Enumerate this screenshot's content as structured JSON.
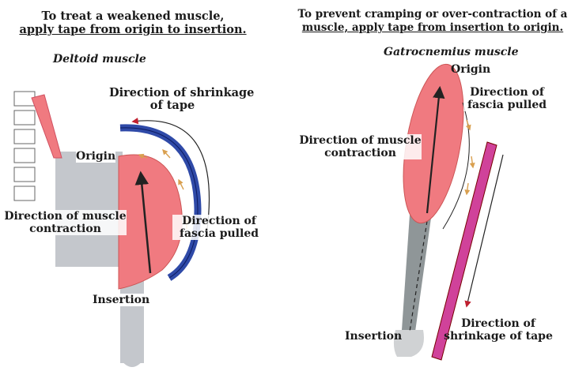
{
  "left": {
    "heading_line1": "To treat a weakened muscle,",
    "heading_line2": "apply tape from origin to insertion.",
    "subtitle": "Deltoid muscle",
    "labels": {
      "shrinkage_line1": "Direction of shrinkage",
      "shrinkage_line2": "of tape",
      "origin": "Origin",
      "contraction_line1": "Direction of muscle",
      "contraction_line2": "contraction",
      "fascia_line1": "Direction of",
      "fascia_line2": "fascia pulled",
      "insertion": "Insertion"
    }
  },
  "right": {
    "heading_line1": "To prevent cramping or over-contraction of a",
    "heading_line2": "muscle, apply tape from insertion to origin.",
    "subtitle": "Gatrocnemius muscle",
    "labels": {
      "origin": "Origin",
      "fascia_line1": "Direction of",
      "fascia_line2": "fascia pulled",
      "contraction_line1": "Direction of muscle",
      "contraction_line2": "contraction",
      "shrinkage_line1": "Direction of",
      "shrinkage_line2": "shrinkage of tape",
      "insertion": "Insertion"
    }
  },
  "colors": {
    "muscle": "#f07a80",
    "bone": "#c4c7cc",
    "tape_blue": "#2f4aa8",
    "tape_pink": "#d0429a",
    "arrow": "#222222",
    "fascia_arrow": "#e0b070"
  }
}
